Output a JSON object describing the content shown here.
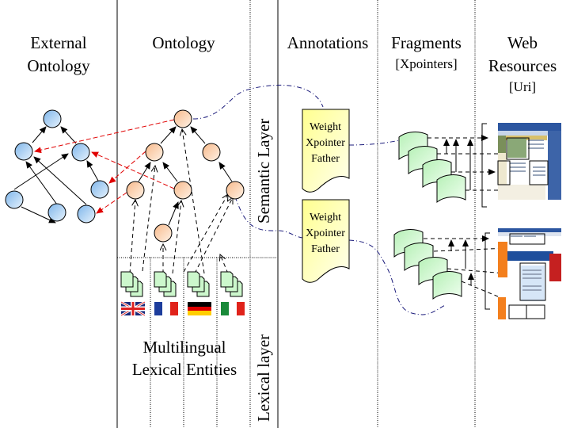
{
  "columns": {
    "external_ontology": "External Ontology",
    "ontology": "Ontology",
    "annotations": "Annotations",
    "fragments": {
      "title": "Fragments",
      "subtitle": "[Xpointers]"
    },
    "web_resources": {
      "title": "Web Resources",
      "subtitle": "[Uri]"
    }
  },
  "layers": {
    "semantic": "Semantic Layer",
    "lexical": "Lexical layer"
  },
  "annotations": [
    {
      "lines": [
        "Weight",
        "Xpointer",
        "Father"
      ]
    },
    {
      "lines": [
        "Weight",
        "Xpointer",
        "Father"
      ]
    }
  ],
  "lexical_entities_label": "Multilingual Lexical Entities",
  "languages": [
    "English",
    "French",
    "German",
    "Italian"
  ],
  "colors": {
    "external_node": "#a8cff5",
    "ontology_node": "#fcd3ad",
    "lexical_doc": "#ccf7cc",
    "annotation_doc": "#ffffa8",
    "fragment_doc": "#d4f7d4",
    "mapping_arrow": "#e00000",
    "link_line": "#1a1a7a"
  }
}
